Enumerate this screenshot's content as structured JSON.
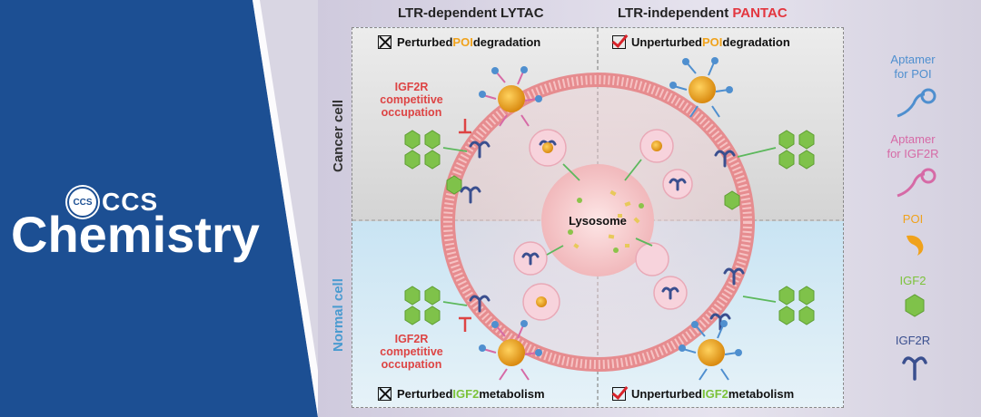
{
  "brand": {
    "badge": "CCS",
    "wordmark_small": "CCS",
    "wordmark_large": "Chemistry",
    "colors": {
      "blue": "#1c4f93",
      "white": "#ffffff"
    }
  },
  "figure": {
    "left_title": "LTR-dependent LYTAC",
    "right_title_prefix": "LTR-independent ",
    "right_title_highlight": "PANTAC",
    "top_left_status": {
      "prefix": "Perturbed ",
      "keyword": "POI",
      "suffix": " degradation"
    },
    "top_right_status": {
      "prefix": "Unperturbed ",
      "keyword": "POI",
      "suffix": " degradation"
    },
    "bottom_left_status": {
      "prefix": "Perturbed ",
      "keyword": "IGF2",
      "suffix": " metabolism"
    },
    "bottom_right_status": {
      "prefix": "Unperturbed ",
      "keyword": "IGF2",
      "suffix": " metabolism"
    },
    "cancer_label": "Cancer cell",
    "normal_label": "Normal cell",
    "red_note_top": [
      "IGF2R",
      "competitive",
      "occupation"
    ],
    "red_note_bottom": [
      "IGF2R",
      "competitive",
      "occupation"
    ],
    "lysosome_label": "Lysosome",
    "colors": {
      "poi": "#f0a21b",
      "igf2": "#7cc23a",
      "igf2r": "#3a4f8f",
      "aptamer_poi": "#4f8fcf",
      "aptamer_igf2r": "#d66aa6",
      "membrane": "#e58a8a",
      "highlight_red": "#e3363f"
    }
  },
  "legend": {
    "aptamer_poi": [
      "Aptamer",
      "for POI"
    ],
    "aptamer_igf2r": [
      "Aptamer",
      "for IGF2R"
    ],
    "poi": "POI",
    "igf2": "IGF2",
    "igf2r": "IGF2R",
    "icons": [
      "aptamer-poi-icon",
      "aptamer-igf2r-icon",
      "poi-icon",
      "igf2-icon",
      "igf2r-icon"
    ]
  }
}
